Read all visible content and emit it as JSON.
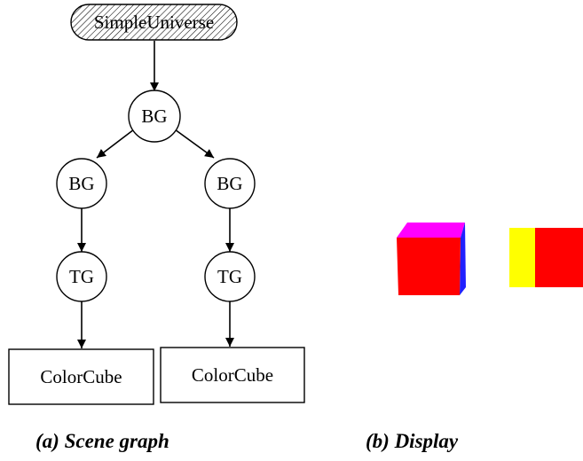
{
  "scene_graph": {
    "root_label": "SimpleUniverse",
    "branch_group_label": "BG",
    "transform_group_label": "TG",
    "left_branch": {
      "bg_label": "BG",
      "tg_label": "TG",
      "leaf_label": "ColorCube"
    },
    "right_branch": {
      "bg_label": "BG",
      "tg_label": "TG",
      "leaf_label": "ColorCube"
    }
  },
  "captions": {
    "left": "(a) Scene graph",
    "right": "(b) Display"
  },
  "display": {
    "cube_colors": {
      "front": "#ff0000",
      "top": "#ff00ff",
      "side": "#2020ff",
      "left_face": "#ffff00"
    }
  }
}
